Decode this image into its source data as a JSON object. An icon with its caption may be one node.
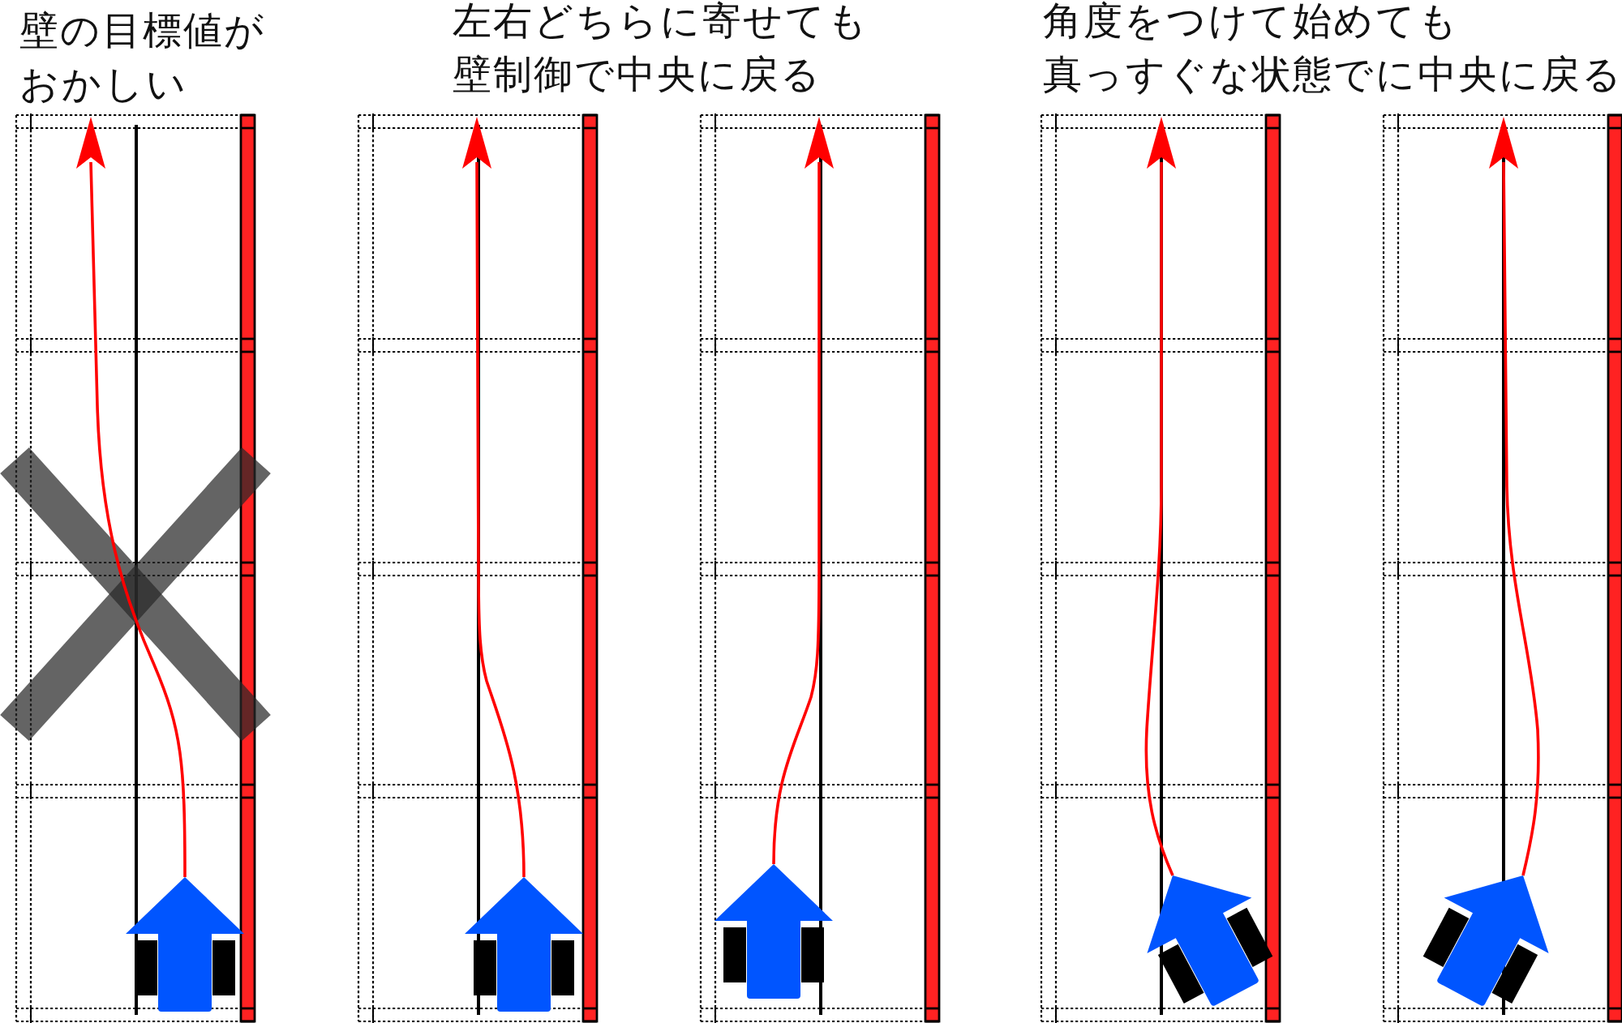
{
  "diagram": {
    "labels": [
      "壁の目標値がおかしい",
      "左右どちらに寄せても壁制御で中央に戻る",
      "角度をつけて始めても真っすぐな状態でに中央に戻る"
    ]
  }
}
